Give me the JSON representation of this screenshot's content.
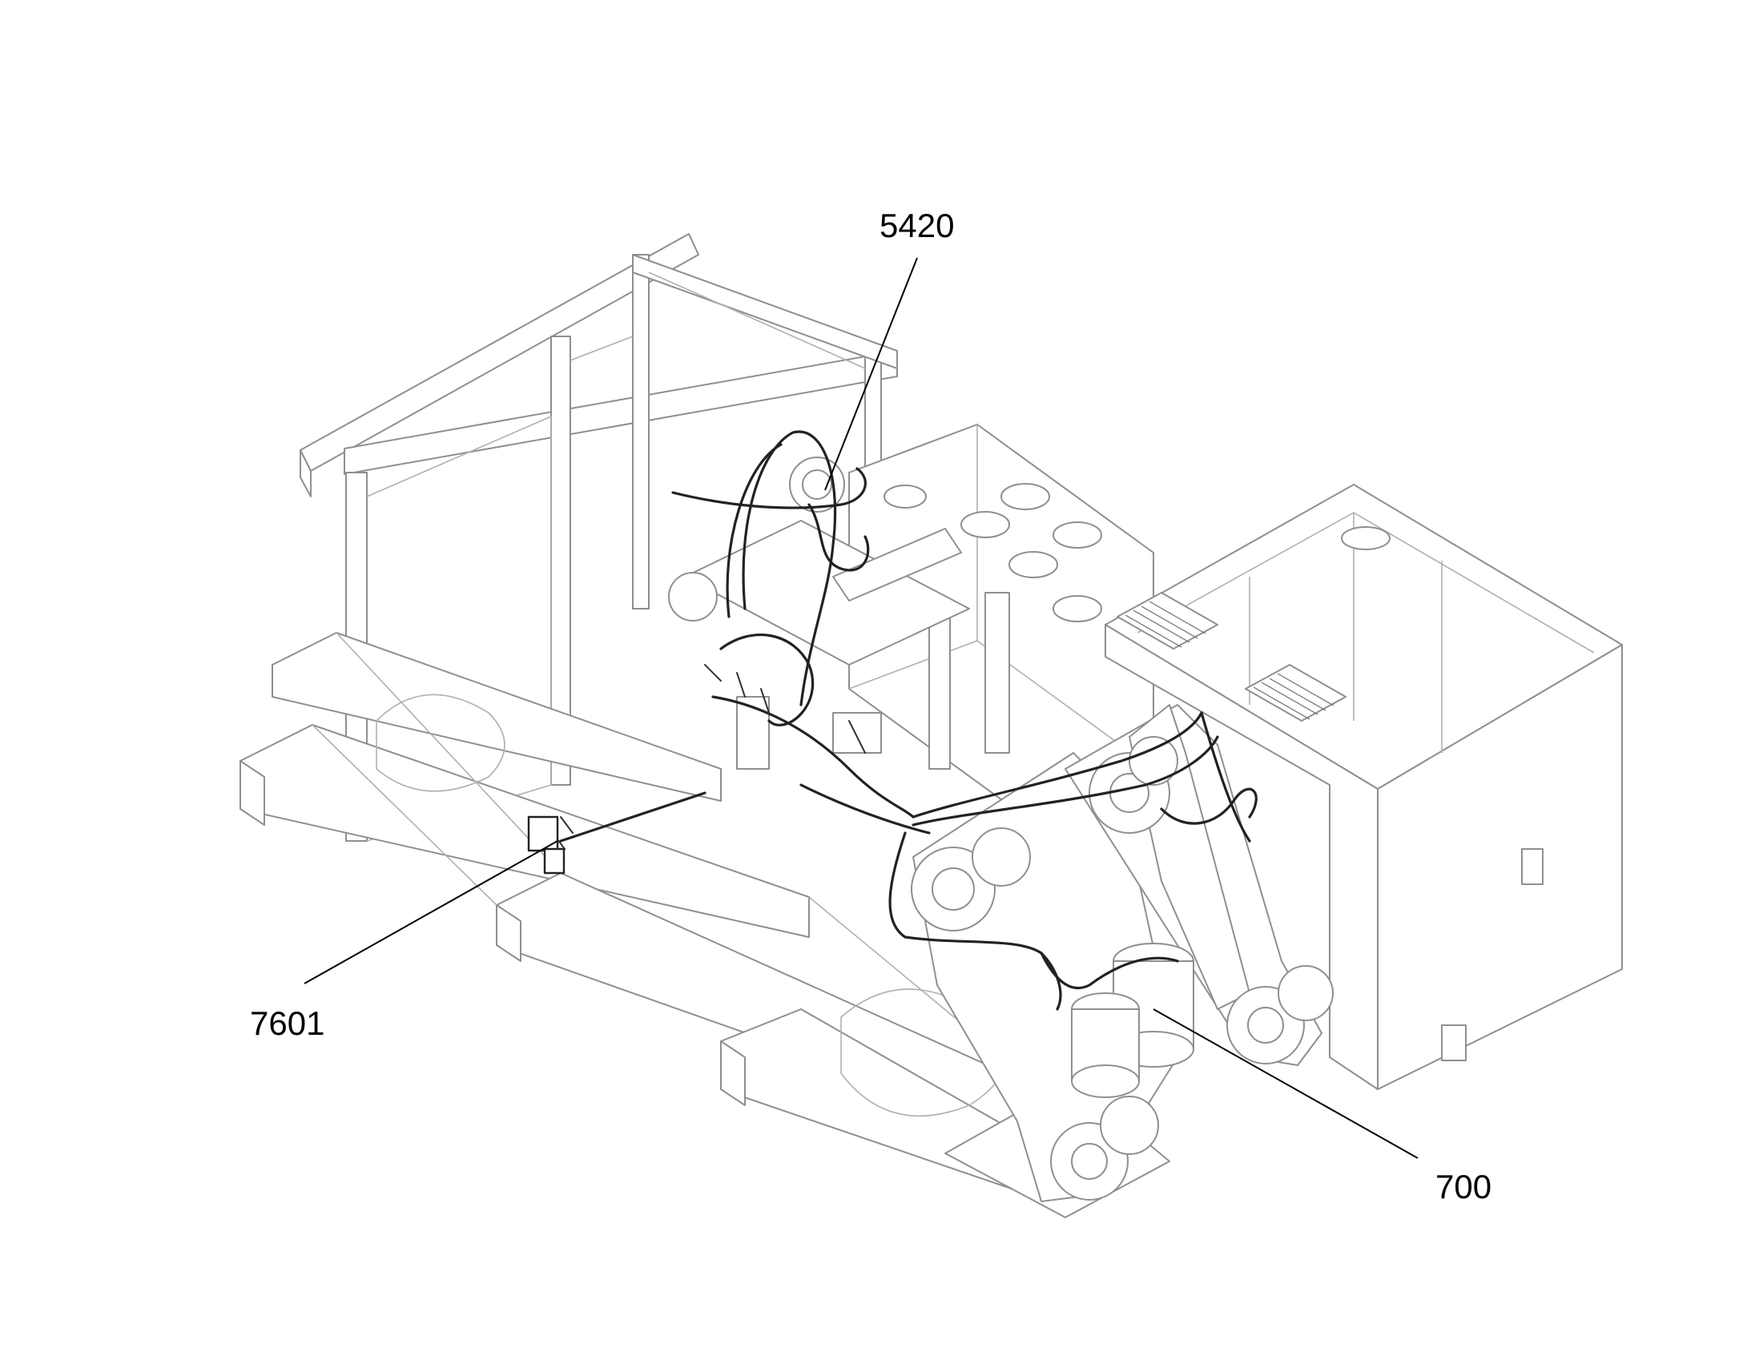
{
  "callouts": [
    {
      "id": "callout-5420",
      "label": "5420"
    },
    {
      "id": "callout-7601",
      "label": "7601"
    },
    {
      "id": "callout-700",
      "label": "700"
    }
  ],
  "colors": {
    "background": "#ffffff",
    "outline": "#8f8f8f",
    "harness": "#222222",
    "leader": "#000000"
  }
}
